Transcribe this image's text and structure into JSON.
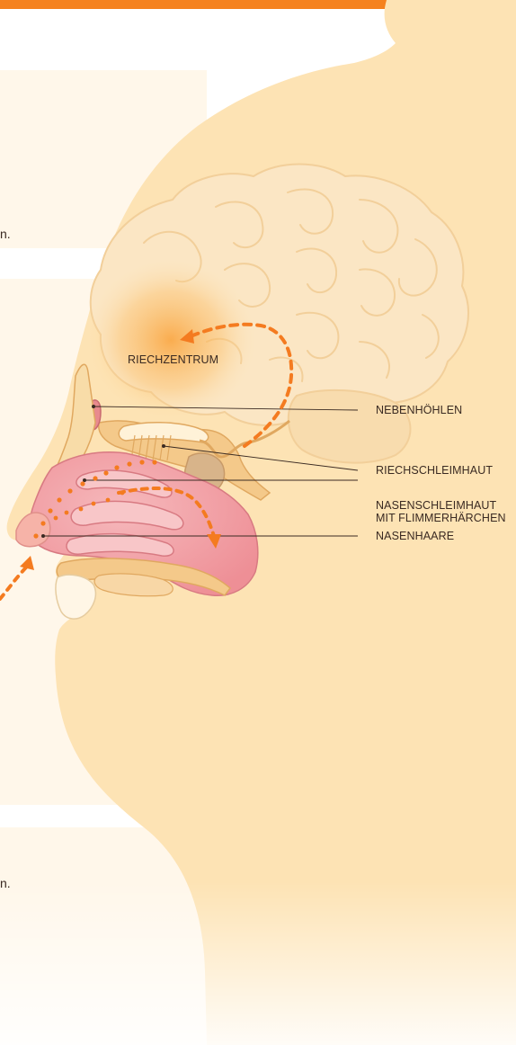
{
  "colors": {
    "top_bar": "#f5821f",
    "head": "#fde3b4",
    "brain": "#fbe6c4",
    "panel": "#fff7ea",
    "arrow": "#f47b20",
    "mucosa": "#f3a4a8",
    "label_line": "#3a2a22"
  },
  "labels": {
    "riechzentrum": "RIECHZENTRUM",
    "nebenhoehlen": "NEBENHÖHLEN",
    "riechschleimhaut": "RIECHSCHLEIMHAUT",
    "nasenschleimhaut_line1": "NASENSCHLEIMHAUT",
    "nasenschleimhaut_line2": "MIT FLIMMERHÄRCHEN",
    "nasenhaare": "NASENHAARE"
  },
  "fragments": {
    "upper": "n.",
    "lower": "n."
  },
  "icons": {
    "airflow": "dashed-arrow",
    "signal": "dashed-arrow"
  }
}
